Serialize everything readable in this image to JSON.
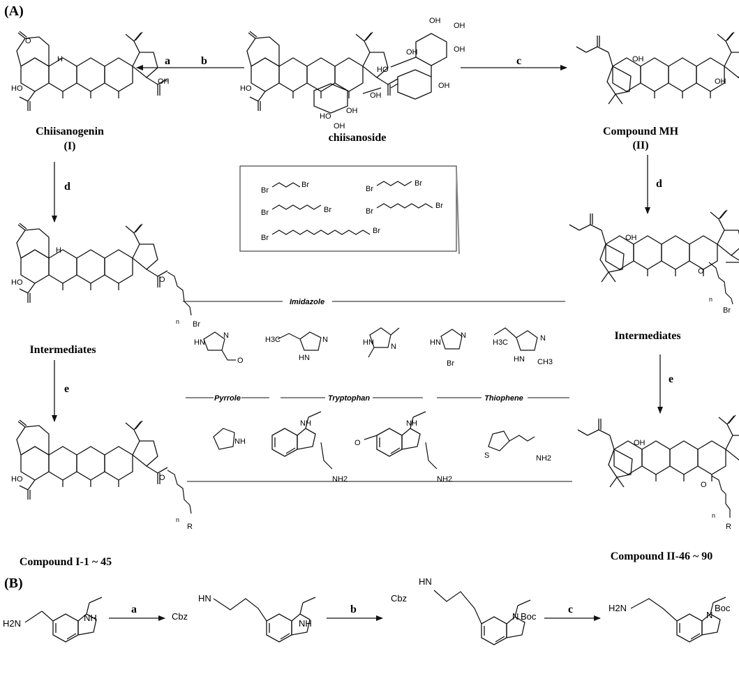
{
  "panel_a": {
    "label": "(A)",
    "chiisanoside": "chiisanoside",
    "reagent_a": "a",
    "reagent_b": "b",
    "reagent_c": "c",
    "reagent_d_left": "d",
    "reagent_d_right": "d",
    "reagent_e_left": "e",
    "reagent_e_right": "e",
    "chiisanogenin": "Chiisanogenin",
    "chiisanogenin_num": "(I)",
    "compound_mh": "Compound MH",
    "compound_mh_num": "(II)",
    "intermediates_left": "Intermediates",
    "intermediates_right": "Intermediates",
    "compound_i": "Compound I-1 ~ 45",
    "compound_ii": "Compound II-46 ~ 90",
    "linkers": [
      "Br",
      "Br",
      "Br",
      "Br",
      "Br",
      "Br",
      "Br",
      "Br",
      "Br",
      "Br"
    ],
    "category_imidazole": "Imidazole",
    "category_pyrrole": "Pyrrole",
    "category_tryptophan": "Tryptophan",
    "category_thiophene": "Thiophene",
    "atoms": {
      "oh": "OH",
      "ho": "HO",
      "h": "H",
      "o": "O",
      "n": "n",
      "br": "Br",
      "r": "R",
      "hn": "HN",
      "nh": "NH",
      "n_atom": "N",
      "s": "S",
      "h3c": "H3C",
      "ch3": "CH3",
      "nh2": "NH2",
      "h2n": "H2N",
      "cbz": "Cbz",
      "boc": "Boc"
    }
  },
  "panel_b": {
    "label": "(B)",
    "reagent_a": "a",
    "reagent_b": "b",
    "reagent_c": "c"
  }
}
